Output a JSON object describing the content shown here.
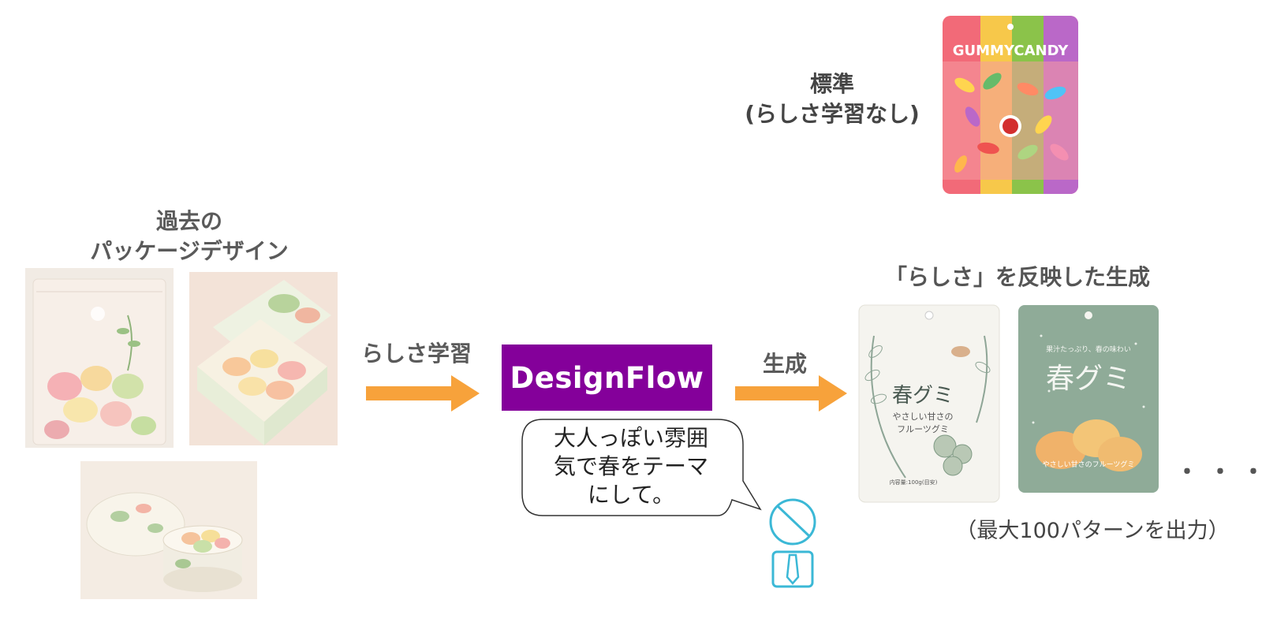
{
  "past_designs": {
    "title_line1": "過去の",
    "title_line2": "パッケージデザイン"
  },
  "learning_step": {
    "label": "らしさ学習"
  },
  "engine": {
    "name": "DesignFlow"
  },
  "prompt_bubble": {
    "line1": "大人っぽい雰囲",
    "line2": "気で春をテーマ",
    "line3": "にして。"
  },
  "generate_step": {
    "label": "生成"
  },
  "standard_output": {
    "label_line1": "標準",
    "label_line2": "(らしさ学習なし)",
    "package_brand": "GUMMYCANDY"
  },
  "styled_output": {
    "label": "「らしさ」を反映した生成",
    "package1": {
      "name": "春グミ",
      "sub1": "やさしい甘さの",
      "sub2": "フルーツグミ",
      "weight": "内容量:100g(目安)"
    },
    "package2": {
      "tagline": "果汁たっぷり、春の味わい",
      "name": "春グミ",
      "sub": "やさしい甘さのフルーツグミ"
    },
    "ellipsis": "・・・",
    "note": "（最大100パターンを出力）"
  },
  "colors": {
    "arrow": "#f7a23b",
    "engine_bg": "#84009a",
    "user_icon": "#3bb8d6"
  }
}
